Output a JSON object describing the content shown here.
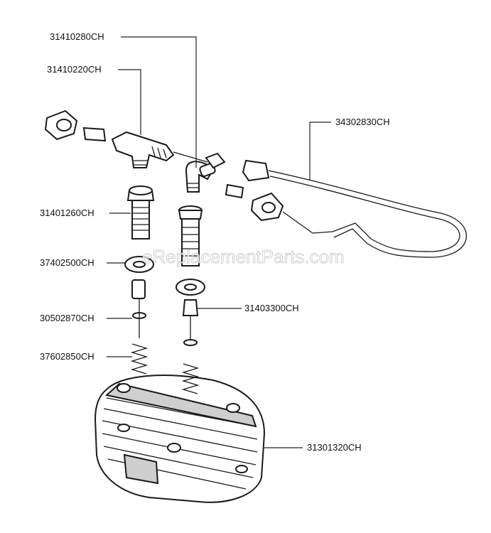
{
  "watermark": "eReplacementParts.com",
  "parts": [
    {
      "number": "31410280CH"
    },
    {
      "number": "31410220CH"
    },
    {
      "number": "34302830CH"
    },
    {
      "number": "31401260CH"
    },
    {
      "number": "37402500CH"
    },
    {
      "number": "31403300CH"
    },
    {
      "number": "30502870CH"
    },
    {
      "number": "37602850CH"
    },
    {
      "number": "31301320CH"
    }
  ]
}
